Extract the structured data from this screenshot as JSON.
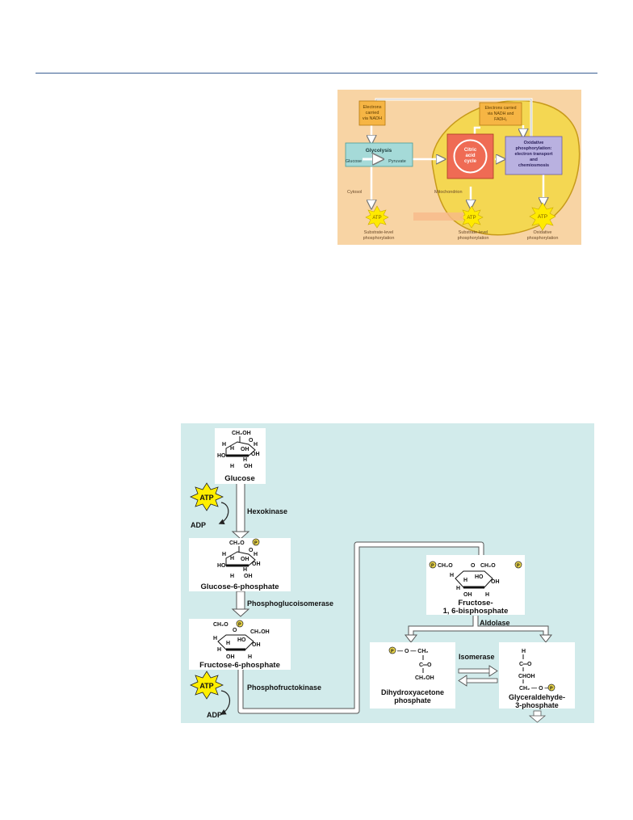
{
  "overview": {
    "box_electrons_nadh": [
      "Electrons",
      "carried",
      "via NADH"
    ],
    "box_electrons_nadh_fadh2": [
      "Electrons carried",
      "via NADH and",
      "FADH₂"
    ],
    "glycolysis_title": "Glycolysis",
    "glucose": "Glucose",
    "pyruvate": "Pyruvate",
    "citric_cycle": [
      "Citric",
      "acid",
      "cycle"
    ],
    "oxidative_box": [
      "Oxidative",
      "phosphorylation:",
      "electron transport",
      "and",
      "chemiosmosis"
    ],
    "cytosol": "Cytosol",
    "mitochondrion": "Mitochondrion",
    "atp": "ATP",
    "caption_left": [
      "Substrate-level",
      "phosphorylation"
    ],
    "caption_middle": [
      "Substrate-level",
      "phosphorylation"
    ],
    "caption_right": [
      "Oxidative",
      "phosphorylation"
    ],
    "colors": {
      "background": "#f8d4a4",
      "orange_box": "#f6b544",
      "teal_box": "#a5dad8",
      "mito": "#f4d752",
      "purple_box": "#b9b1e0",
      "citric_box": "#ef6b54",
      "atp_burst": "#ffea00"
    }
  },
  "pathway": {
    "glucose": "Glucose",
    "glucose_6_phosphate": "Glucose-6-phosphate",
    "fructose_6_phosphate": "Fructose-6-phosphate",
    "fructose_bisphosphate": [
      "Fructose-",
      "1, 6-bisphosphate"
    ],
    "dhap": [
      "Dihydroxyacetone",
      "phosphate"
    ],
    "g3p": [
      "Glyceraldehyde-",
      "3-phosphate"
    ],
    "hexokinase": "Hexokinase",
    "phosphoglucoisomerase": "Phosphoglucoisomerase",
    "phosphofructokinase": "Phosphofructokinase",
    "aldolase": "Aldolase",
    "isomerase": "Isomerase",
    "atp": "ATP",
    "adp": "ADP",
    "phosphate": "P",
    "struct": {
      "ch2oh": "CH₂OH",
      "ch2o": "CH₂O",
      "oh": "OH",
      "ho": "HO",
      "h": "H",
      "o": "O",
      "c_eq_o": "C═O",
      "choh": "CHOH",
      "ch2": "CH₂"
    },
    "colors": {
      "background": "#d2ebeb",
      "phosphate": "#e8d44a",
      "atp_burst": "#ffef00"
    }
  }
}
